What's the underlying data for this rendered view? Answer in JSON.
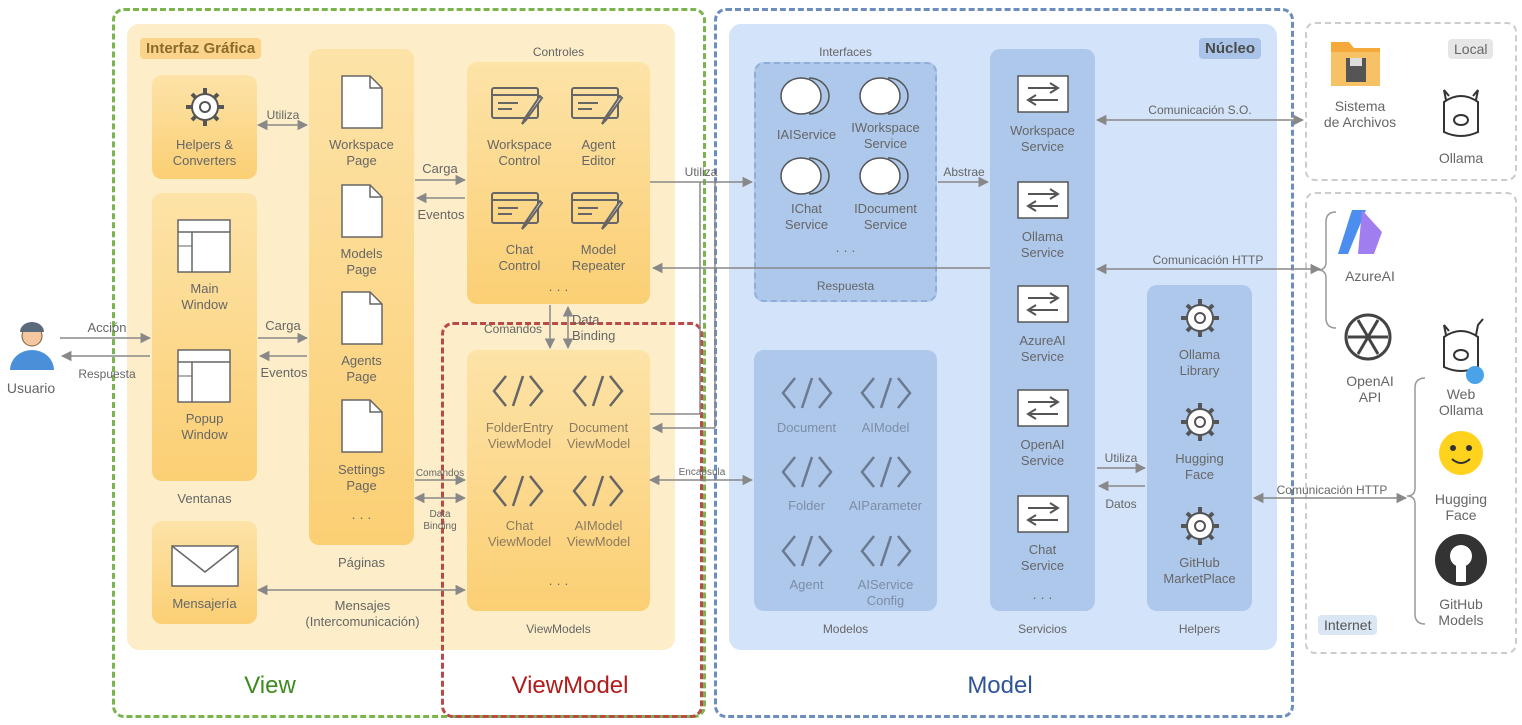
{
  "user": {
    "label": "Usuario"
  },
  "view": {
    "title": "View",
    "panel_tag": "Interfaz Gráfica",
    "helpers": "Helpers &\nConverters",
    "ventanas": {
      "main": "Main\nWindow",
      "popup": "Popup\nWindow",
      "label": "Ventanas"
    },
    "mensajeria": "Mensajería",
    "paginas": {
      "workspace": "Workspace\nPage",
      "models": "Models\nPage",
      "agents": "Agents\nPage",
      "settings": "Settings\nPage",
      "more": "· · ·",
      "label": "Páginas"
    },
    "controles": {
      "label": "Controles",
      "workspace": "Workspace\nControl",
      "agent": "Agent\nEditor",
      "chat": "Chat\nControl",
      "model": "Model\nRepeater",
      "more": "· · ·"
    }
  },
  "viewmodel": {
    "title": "ViewModel",
    "label": "ViewModels",
    "folder": "FolderEntry\nViewModel",
    "document": "Document\nViewModel",
    "chat": "Chat\nViewModel",
    "aimodel": "AIModel\nViewModel",
    "more": "· · ·"
  },
  "model": {
    "title": "Model",
    "tag": "Núcleo",
    "interfaces": {
      "label": "Interfaces",
      "ia": "IAIService",
      "iw": "IWorkspace\nService",
      "ic": "IChat\nService",
      "id": "IDocument\nService",
      "more": "· · ·",
      "respuesta": "Respuesta"
    },
    "modelos": {
      "label": "Modelos",
      "document": "Document",
      "aimodel": "AIModel",
      "folder": "Folder",
      "aiparameter": "AIParameter",
      "agent": "Agent",
      "aiserviceconfig": "AIService\nConfig"
    },
    "servicios": {
      "label": "Servicios",
      "workspace": "Workspace\nService",
      "ollama": "Ollama\nService",
      "azure": "AzureAI\nService",
      "openai": "OpenAI\nService",
      "chat": "Chat\nService",
      "more": "· · ·"
    },
    "helpers": {
      "label": "Helpers",
      "ollama": "Ollama\nLibrary",
      "hf": "Hugging\nFace",
      "github": "GitHub\nMarketPlace"
    }
  },
  "local": {
    "tag": "Local",
    "fs": "Sistema\nde Archivos",
    "ollama": "Ollama"
  },
  "internet": {
    "tag": "Internet",
    "azure": "AzureAI",
    "openai": "OpenAI\nAPI",
    "webollama": "Web\nOllama",
    "hf": "Hugging\nFace",
    "github": "GitHub\nModels"
  },
  "arrows": {
    "accion": "Acción",
    "respuesta": "Respuesta",
    "utiliza1": "Utiliza",
    "carga1": "Carga",
    "eventos1": "Eventos",
    "carga2": "Carga",
    "eventos2": "Eventos",
    "comandos1": "Comandos",
    "databinding1": "Data\nBinding",
    "comandos2": "Comandos",
    "databinding2": "Data\nBinding",
    "mensajes": "Mensajes\n(Intercomunicación)",
    "utiliza2": "Utiliza",
    "abstrae": "Abstrae",
    "encapsula": "Encapsula",
    "com_so": "Comunicación S.O.",
    "com_http1": "Comunicación HTTP",
    "utiliza3": "Utiliza",
    "datos": "Datos",
    "com_http2": "Comunicación HTTP"
  },
  "colors": {
    "view": "#6aa84f",
    "viewmodel": "#b94a48",
    "model": "#6c8ebf",
    "orange": "#fbcf74",
    "blue": "#aec8ec"
  }
}
